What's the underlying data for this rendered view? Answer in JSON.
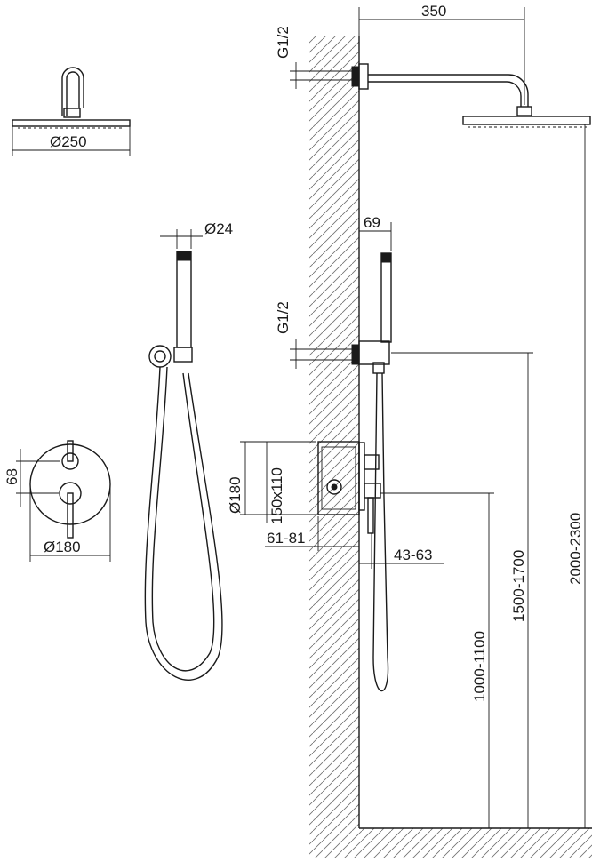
{
  "dimensions": {
    "head_diameter": "Ø250",
    "handshower_diameter": "Ø24",
    "plate_diameter": "Ø180",
    "plate_offset": "68",
    "arm_length": "350",
    "arm_thread": "G1/2",
    "outlet_projection": "69",
    "outlet_thread": "G1/2",
    "box_diameter": "Ø180",
    "box_size": "150x110",
    "wall_depth": "61-81",
    "plate_projection": "43-63",
    "valve_height": "1000-1100",
    "outlet_height": "1500-1700",
    "head_height": "2000-2300"
  }
}
